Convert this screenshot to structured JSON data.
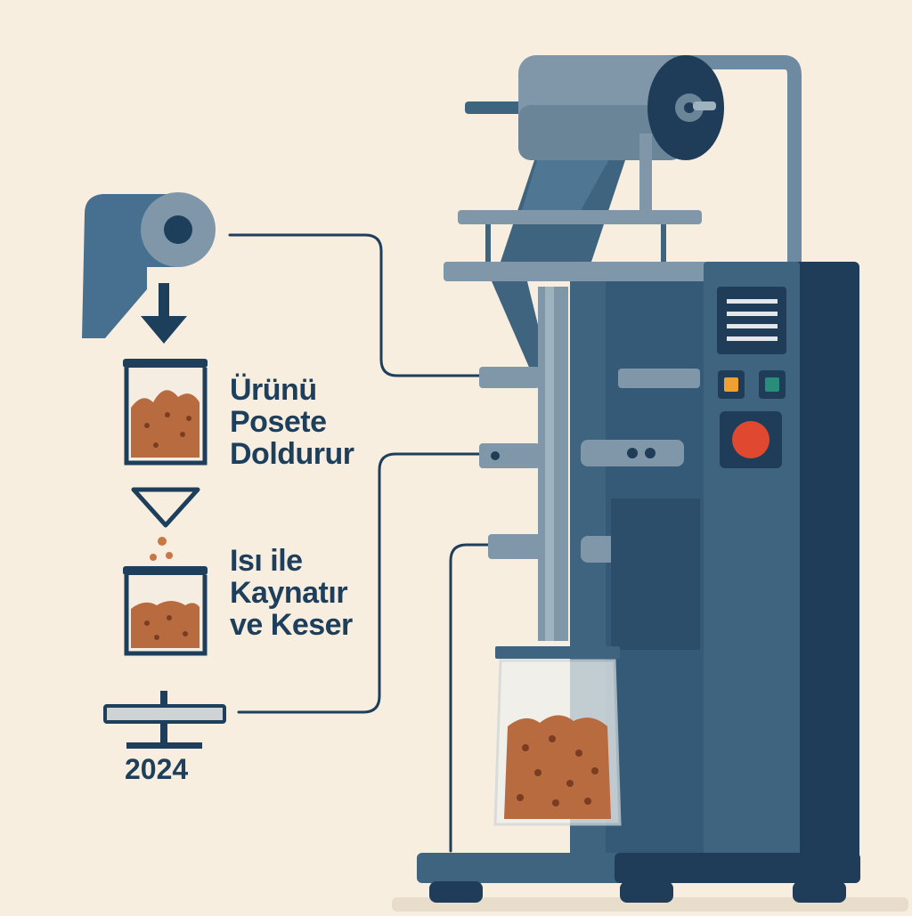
{
  "step1": {
    "line1": "Ürünü",
    "line2": "Posete",
    "line3": "Doldurur"
  },
  "step2": {
    "line1": "Isı ile",
    "line2": "Kaynatır",
    "line3": "ve Keser"
  },
  "year": "2024",
  "colors": {
    "background": "#f8eedf",
    "text": "#1d3f5c",
    "machine_dark": "#223f5a",
    "machine_mid": "#3f6480",
    "machine_light": "#7f97a8",
    "product": "#b86b3f",
    "button_red": "#e0492f",
    "indicator_orange": "#f0a030",
    "indicator_green": "#2a8c7a"
  }
}
